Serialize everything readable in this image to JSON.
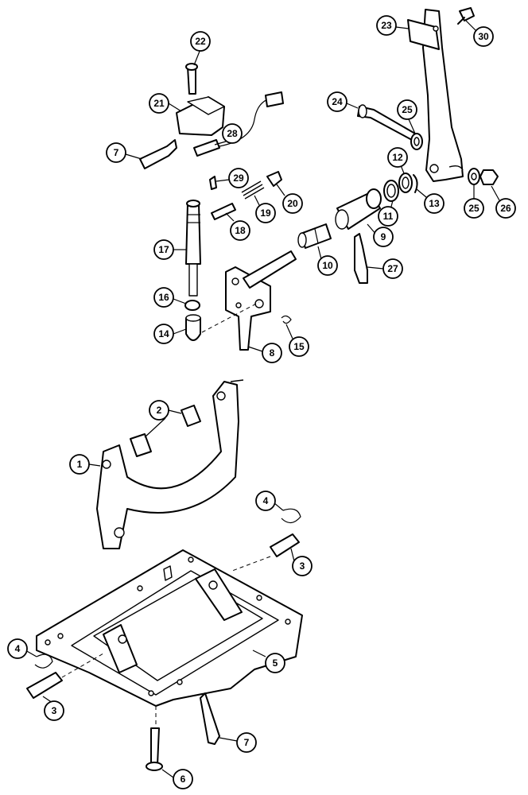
{
  "callouts": {
    "c1": "1",
    "c2": "2",
    "c3a": "3",
    "c3b": "3",
    "c4a": "4",
    "c4b": "4",
    "c5": "5",
    "c6": "6",
    "c7a": "7",
    "c7b": "7",
    "c8": "8",
    "c9": "9",
    "c10": "10",
    "c11": "11",
    "c12": "12",
    "c13": "13",
    "c14": "14",
    "c15": "15",
    "c16": "16",
    "c17": "17",
    "c18": "18",
    "c19": "19",
    "c20": "20",
    "c21": "21",
    "c22": "22",
    "c23": "23",
    "c24": "24",
    "c25a": "25",
    "c25b": "25",
    "c26": "26",
    "c27": "27",
    "c28": "28",
    "c29": "29",
    "c30": "30"
  }
}
